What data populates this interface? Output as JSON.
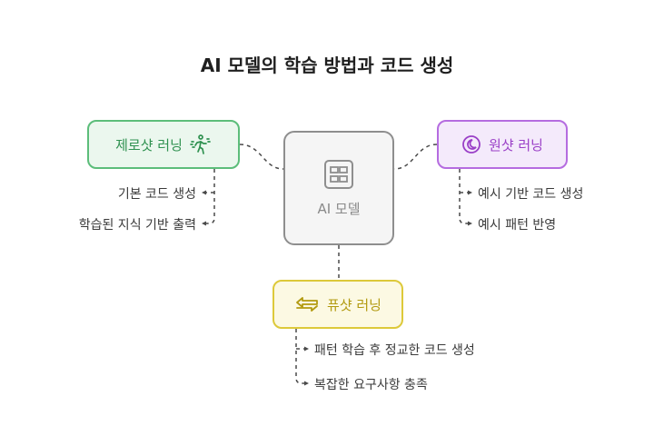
{
  "title": "AI 모델의 학습 방법과 코드 생성",
  "center": {
    "label": "AI 모델",
    "icon": "grid-table-icon"
  },
  "zero_shot": {
    "label": "제로샷 러닝",
    "icon": "running-person-icon",
    "color": "#5cbd7a",
    "items": [
      "기본 코드 생성",
      "학습된 지식 기반 출력"
    ]
  },
  "one_shot": {
    "label": "원샷 러닝",
    "icon": "crescent-moon-icon",
    "color": "#b56ce0",
    "items": [
      "예시 기반 코드 생성",
      "예시 패턴 반영"
    ]
  },
  "few_shot": {
    "label": "퓨샷 러닝",
    "icon": "swap-arrows-icon",
    "color": "#ddc93a",
    "items": [
      "패턴 학습 후 정교한 코드 생성",
      "복잡한 요구사항 충족"
    ]
  }
}
